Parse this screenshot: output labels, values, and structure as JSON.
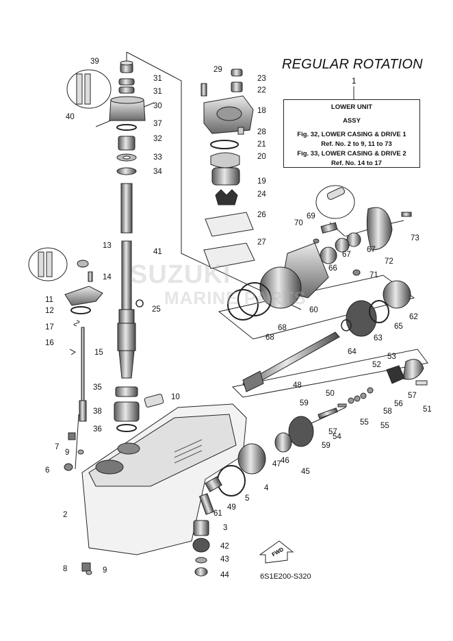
{
  "header": {
    "title": "REGULAR ROTATION"
  },
  "ref_box": {
    "callout": "1",
    "line1": "LOWER UNIT",
    "line2": "ASSY",
    "line3": "Fig. 32, LOWER CASING & DRIVE 1",
    "line4": "Ref. No. 2 to 9, 11 to 73",
    "line5": "Fig. 33, LOWER CASING & DRIVE 2",
    "line6": "Ref. No. 14 to 17"
  },
  "watermark": {
    "line1": "SUZUKI",
    "line2": "MARINE PARTS"
  },
  "fwd_label": "FWD",
  "diagram_code": "6S1E200-S320",
  "callouts": [
    "39",
    "31",
    "31",
    "40",
    "30",
    "37",
    "32",
    "33",
    "34",
    "29",
    "23",
    "22",
    "18",
    "28",
    "21",
    "20",
    "19",
    "24",
    "26",
    "27",
    "13",
    "14",
    "11",
    "12",
    "17",
    "16",
    "15",
    "41",
    "25",
    "35",
    "10",
    "38",
    "36",
    "7",
    "9",
    "6",
    "2",
    "8",
    "9",
    "69",
    "70",
    "73",
    "72",
    "67",
    "66",
    "67",
    "71",
    "60",
    "68",
    "68",
    "62",
    "63",
    "65",
    "64",
    "48",
    "53",
    "52",
    "56",
    "57",
    "51",
    "59",
    "50",
    "58",
    "55",
    "54",
    "57",
    "55",
    "59",
    "46",
    "47",
    "45",
    "4",
    "5",
    "49",
    "61",
    "3",
    "42",
    "43",
    "44"
  ]
}
